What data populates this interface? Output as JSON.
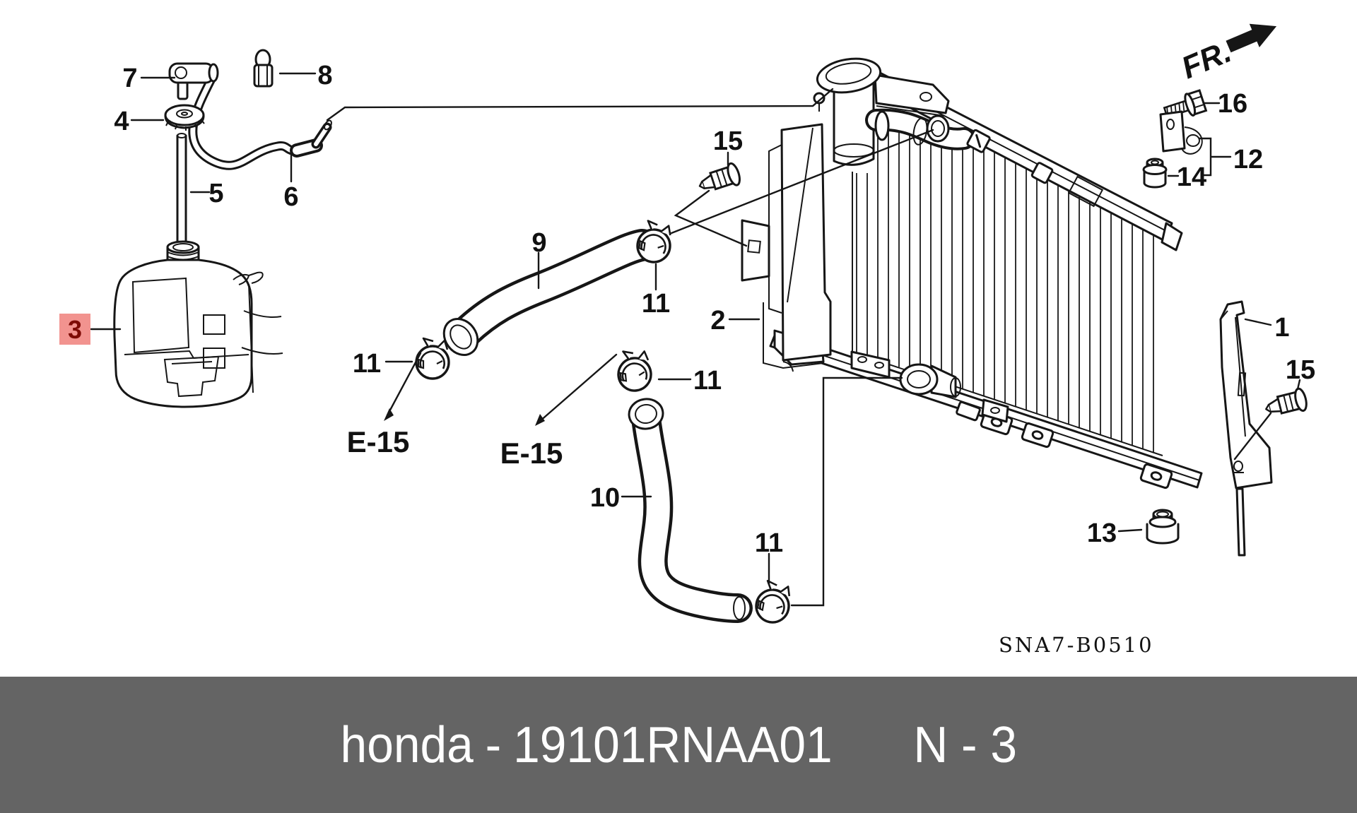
{
  "diagram": {
    "drawing_code": "SNA7-B0510",
    "direction_indicator": "FR.",
    "refs": {
      "e15_left": "E-15",
      "e15_right": "E-15"
    },
    "highlight": {
      "bg": "#F2938F",
      "fg": "#7E0B06"
    },
    "callouts": {
      "c1": "1",
      "c2": "2",
      "c3": "3",
      "c4": "4",
      "c5": "5",
      "c6": "6",
      "c7": "7",
      "c8": "8",
      "c9": "9",
      "c10": "10",
      "c11a": "11",
      "c11b": "11",
      "c11c": "11",
      "c11d": "11",
      "c12": "12",
      "c13": "13",
      "c14": "14",
      "c15a": "15",
      "c15b": "15",
      "c16": "16"
    }
  },
  "footer": {
    "brand": "honda",
    "separator": "-",
    "part_number": "19101RNAA01",
    "page_ref": "N - 3",
    "background": "#646464",
    "text_color": "#FFFFFF"
  }
}
